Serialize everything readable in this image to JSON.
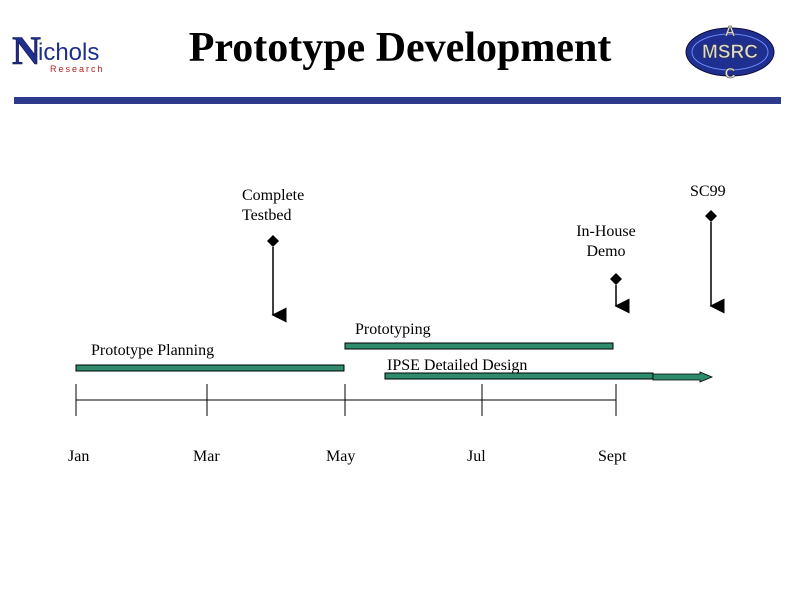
{
  "title": "Prototype Development",
  "logos": {
    "left": {
      "icon": "nichols-research-logo",
      "main": "ichols",
      "initial": "N",
      "sub": "Research"
    },
    "right": {
      "icon": "asc-msrc-logo",
      "top": "A",
      "middle": "MSRC",
      "bottom": "C"
    }
  },
  "colors": {
    "rule": "#2e3a8c",
    "bar_fill": "#2e8b6b",
    "bar_stroke": "#000000",
    "logo_blue": "#1f2f8f"
  },
  "timeline": {
    "months": [
      "Jan",
      "Mar",
      "May",
      "Jul",
      "Sept"
    ],
    "tasks": [
      {
        "label": "Prototype Planning",
        "start": "Jan",
        "end": "May"
      },
      {
        "label": "Prototyping",
        "start": "May",
        "end": "Sept"
      },
      {
        "label": "IPSE Detailed Design",
        "start": "Late May",
        "end": "Beyond Sept"
      }
    ],
    "milestones": [
      {
        "label_line1": "Complete",
        "label_line2": "Testbed"
      },
      {
        "label_line1": "In-House",
        "label_line2": "Demo"
      },
      {
        "label_line1": "SC99",
        "label_line2": ""
      }
    ]
  }
}
